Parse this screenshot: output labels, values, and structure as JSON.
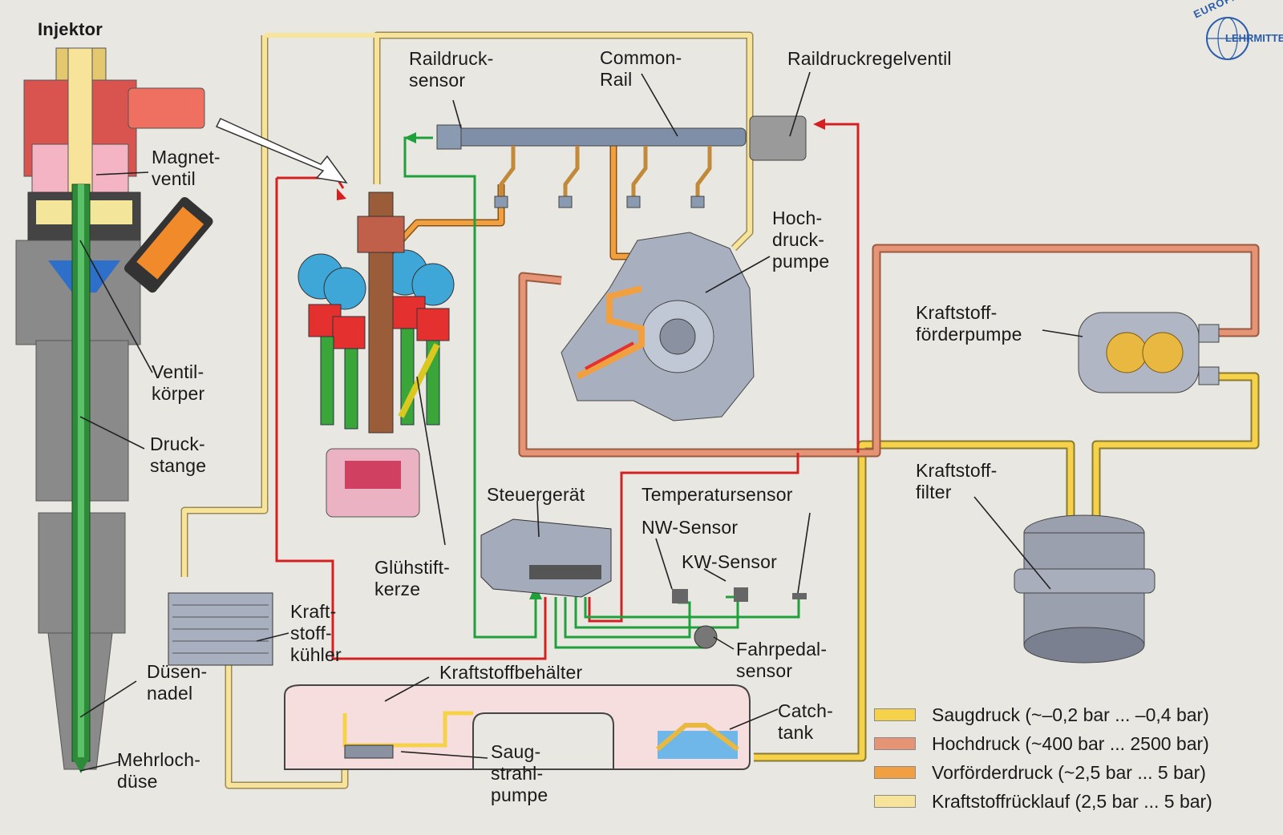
{
  "labels": {
    "injektor": "Injektor",
    "magnetventil": "Magnet-\nventil",
    "ventilkoerper": "Ventil-\nkörper",
    "druckstange": "Druck-\nstange",
    "duesennadel": "Düsen-\nnadel",
    "mehrlochduese": "Mehrloch-\ndüse",
    "raildrucksensor": "Raildruck-\nsensor",
    "common_rail": "Common-\nRail",
    "raildruckregelventil": "Raildruckregelventil",
    "hochdruckpumpe": "Hoch-\ndruck-\npumpe",
    "kraftstofffoerderpumpe": "Kraftstoff-\nförderpumpe",
    "kraftstofffilter": "Kraftstoff-\nfilter",
    "steuergeraet": "Steuergerät",
    "temperatursensor": "Temperatursensor",
    "nw_sensor": "NW-Sensor",
    "kw_sensor": "KW-Sensor",
    "fahrpedalsensor": "Fahrpedal-\nsensor",
    "gluehstiftkerze": "Glühstift-\nkerze",
    "kraftstoffkuehler": "Kraft-\nstoff-\nkühler",
    "kraftstoffbehaelter": "Kraftstoffbehälter",
    "catch_tank": "Catch-\ntank",
    "saugstrahlpumpe": "Saug-\nstrahl-\npumpe"
  },
  "legend": [
    {
      "label": "Saugdruck (~–0,2 bar ... –0,4 bar)",
      "color": "#f5d24a"
    },
    {
      "label": "Hochdruck (~400 bar ... 2500 bar)",
      "color": "#e69476"
    },
    {
      "label": "Vorförderdruck (~2,5 bar ... 5 bar)",
      "color": "#f0a040"
    },
    {
      "label": "Kraftstoffrücklauf (2,5 bar ... 5 bar)",
      "color": "#f7e49a"
    }
  ],
  "logo": {
    "line1": "EUROPA",
    "line2": "LEHRMITTEL"
  },
  "colors": {
    "suction": "#f5d24a",
    "high_pressure": "#e69476",
    "pre_supply": "#f0a040",
    "return": "#f7e49a",
    "signal_red": "#d42020",
    "signal_green": "#1fa03a",
    "background": "#e8e7e2"
  }
}
